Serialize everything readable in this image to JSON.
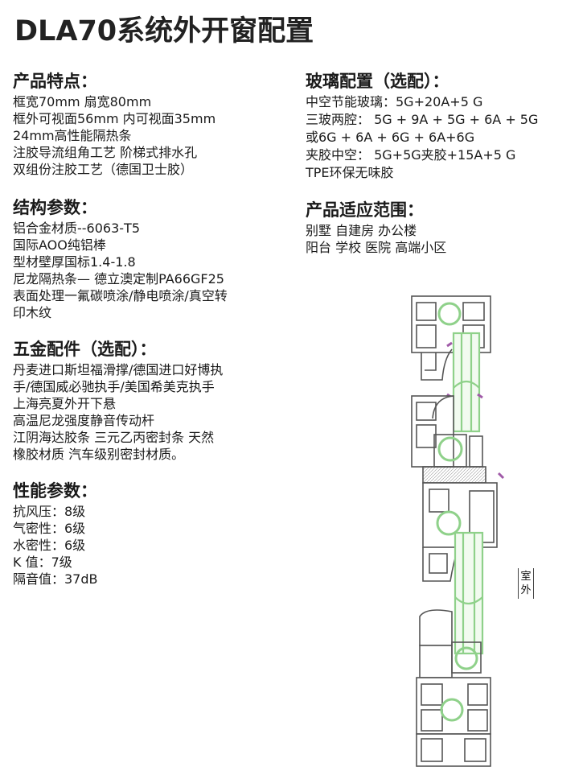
{
  "title": "DLA70系统外开窗配置",
  "sections_left": {
    "features": {
      "heading": "产品特点：",
      "lines": [
        "框宽70mm 扇宽80mm",
        "框外可视面56mm 内可视面35mm",
        "24mm高性能隔热条",
        "注胶导流组角工艺    阶梯式排水孔",
        "双组份注胶工艺（德国卫士胶）"
      ]
    },
    "structure": {
      "heading": "结构参数：",
      "lines": [
        "铝合金材质--6063-T5",
        "国际AOO纯铝棒",
        "型材壁厚国标1.4-1.8",
        "尼龙隔热条— 德立澳定制PA66GF25",
        "表面处理一氟碳喷涂/静电喷涂/真空转",
        "印木纹"
      ]
    },
    "hardware": {
      "heading": "五金配件（选配）：",
      "lines": [
        "丹麦进口斯坦福滑撑/德国进口好博执",
        "手/德国威必驰执手/美国希美克执手",
        "上海亮夏外开下悬",
        "高温尼龙强度静音传动杆",
        "江阴海达胶条 三元乙丙密封条 天然",
        "橡胶材质      汽车级别密封材质。"
      ]
    },
    "performance": {
      "heading": "性能参数：",
      "lines": [
        "抗风压：8级",
        "气密性：6级",
        "水密性：6级",
        "K    值：7级",
        "隔音值：37dB"
      ]
    }
  },
  "sections_right": {
    "glass": {
      "heading": "玻璃配置（选配）：",
      "lines": [
        "中空节能玻璃：5G+20A+5 G",
        "三玻两腔： 5G + 9A + 5G + 6A + 5G",
        "或6G + 6A + 6G + 6A+6G",
        "夹胶中空： 5G+5G夹胶+15A+5 G",
        "TPE环保无味胶"
      ]
    },
    "scope": {
      "heading": "产品适应范围：",
      "lines": [
        "别墅 自建房 办公楼",
        "阳台 学校 医院 高端小区"
      ]
    }
  },
  "diagram": {
    "outside_label": "室外",
    "colors": {
      "profile": "#555555",
      "glass": "#8fd18a",
      "gasket": "#a05aa8",
      "hatch": "#888888"
    }
  }
}
